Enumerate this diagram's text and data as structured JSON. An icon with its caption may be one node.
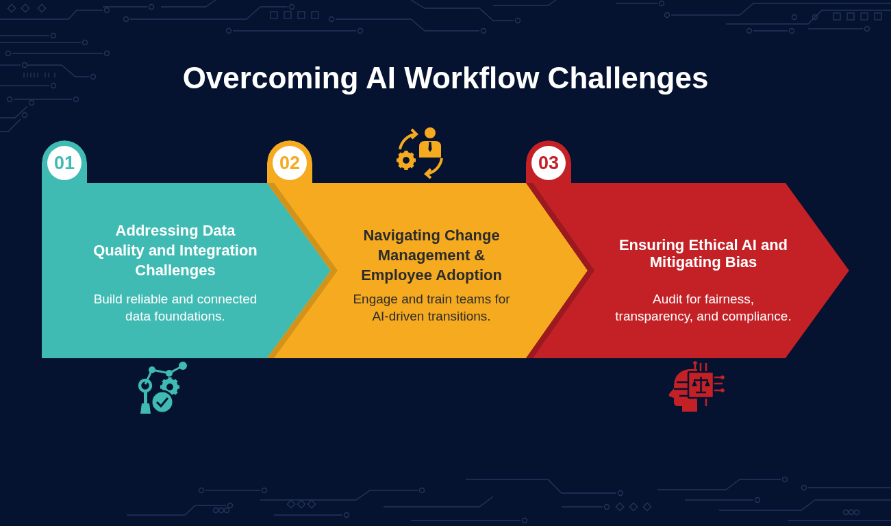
{
  "diagram": {
    "title": "Overcoming AI Workflow Challenges",
    "nodes": [
      {
        "text": [
          "01",
          "Addressing Data Quality and Integration Challenges",
          "Build reliable and connected data foundations."
        ]
      },
      {
        "text": [
          "02",
          "Navigating Change Management & Employee Adoption",
          "Engage and train teams for AI-driven transitions."
        ]
      },
      {
        "text": [
          "03",
          "Ensuring Ethical AI and Mitigating Bias",
          "Audit for fairness, transparency, and compliance."
        ]
      }
    ]
  }
}
